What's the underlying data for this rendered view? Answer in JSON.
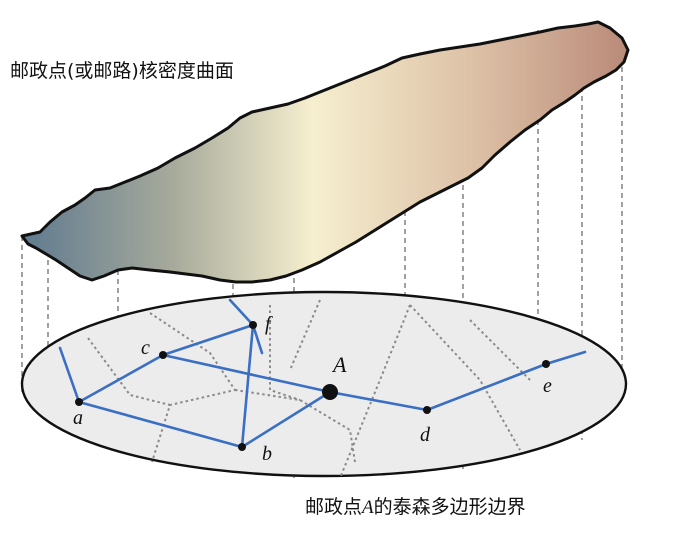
{
  "captions": {
    "surface_title": "邮政点(或邮路)核密度曲面",
    "polygon_caption_prefix": "邮政点",
    "polygon_caption_var": "A",
    "polygon_caption_suffix": "的泰森多边形边界"
  },
  "nodes": [
    {
      "id": "a",
      "label": "a"
    },
    {
      "id": "b",
      "label": "b"
    },
    {
      "id": "c",
      "label": "c"
    },
    {
      "id": "d",
      "label": "d"
    },
    {
      "id": "e",
      "label": "e"
    },
    {
      "id": "f",
      "label": "f"
    },
    {
      "id": "A",
      "label": "A"
    }
  ],
  "edges": [
    [
      "a",
      "c"
    ],
    [
      "c",
      "f"
    ],
    [
      "a",
      "b"
    ],
    [
      "b",
      "f"
    ],
    [
      "b",
      "A"
    ],
    [
      "c",
      "A"
    ],
    [
      "A",
      "d"
    ],
    [
      "d",
      "e"
    ]
  ],
  "colors": {
    "surface_left": "#5f7a8f",
    "surface_mid": "#f6efcf",
    "surface_right": "#b98a78",
    "ellipse_fill": "#ececec",
    "route_blue": "#3a6fc4",
    "dash_gray": "#8a8a8a",
    "outline": "#111111"
  }
}
